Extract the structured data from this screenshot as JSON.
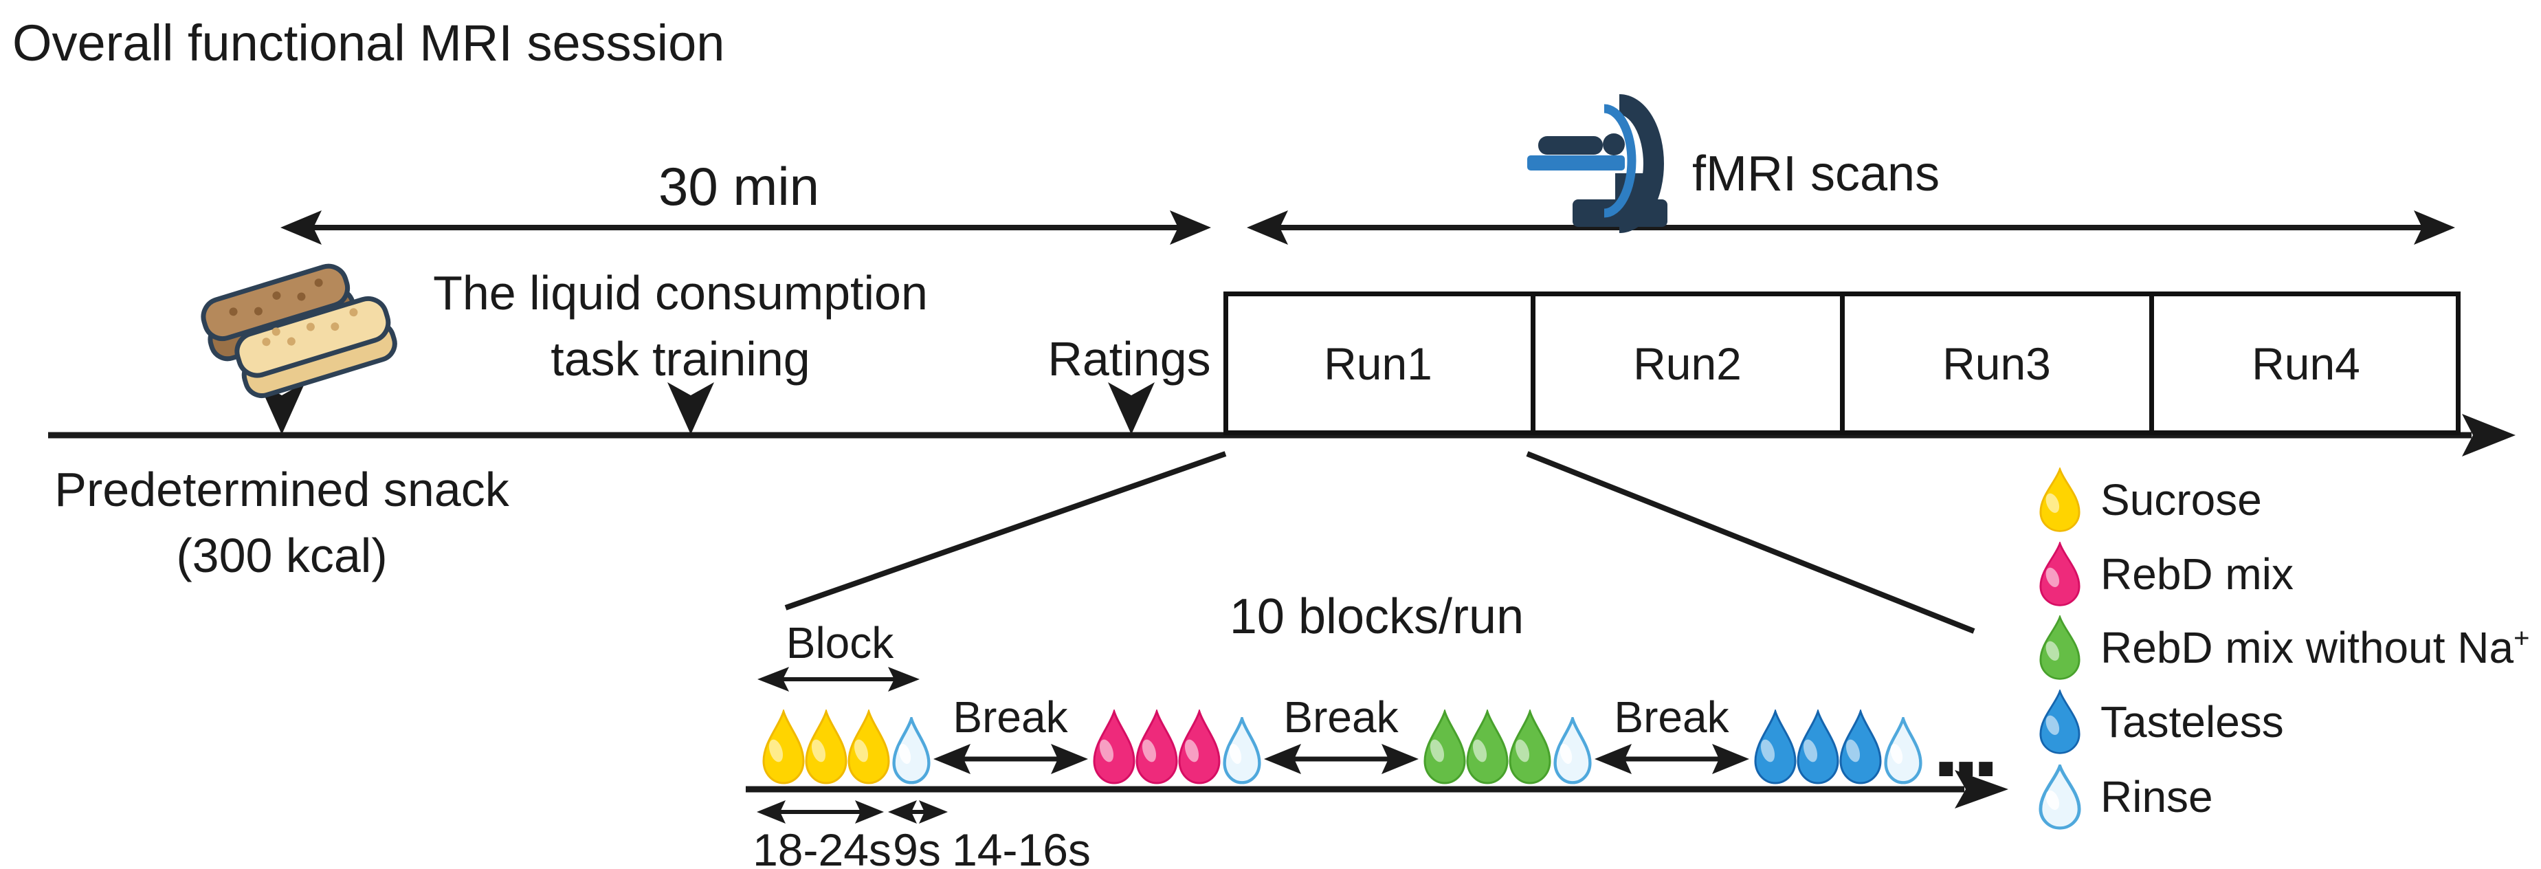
{
  "title": "Overall functional MRI sesssion",
  "top_timeline": {
    "duration_label": "30 min",
    "fmri_label": "fMRI scans",
    "training_label_line1": "The liquid consumption",
    "training_label_line2": "task training",
    "ratings_label": "Ratings",
    "snack_label_line1": "Predetermined snack",
    "snack_label_line2": "(300 kcal)"
  },
  "runs": [
    {
      "label": "Run1"
    },
    {
      "label": "Run2"
    },
    {
      "label": "Run3"
    },
    {
      "label": "Run4"
    }
  ],
  "sequence": {
    "blocks_per_run_label": "10 blocks/run",
    "block_label": "Block",
    "break_label": "Break",
    "more_indicator": "...",
    "timing_labels": [
      "18-24s",
      "9s",
      "14-16s"
    ],
    "groups": [
      {
        "taste": "sucrose",
        "drops": 3,
        "rinse": true
      },
      {
        "taste": "rebd_mix",
        "drops": 3,
        "rinse": true
      },
      {
        "taste": "rebd_mix_no_na",
        "drops": 3,
        "rinse": true
      },
      {
        "taste": "tasteless",
        "drops": 3,
        "rinse": true
      }
    ]
  },
  "legend": {
    "items": [
      {
        "key": "sucrose",
        "label": "Sucrose",
        "sup": ""
      },
      {
        "key": "rebd_mix",
        "label": "RebD mix",
        "sup": ""
      },
      {
        "key": "rebd_mix_no_na",
        "label": "RebD mix without Na",
        "sup": "+"
      },
      {
        "key": "tasteless",
        "label": "Tasteless",
        "sup": ""
      },
      {
        "key": "rinse",
        "label": "Rinse",
        "sup": ""
      }
    ]
  },
  "drop_colors": {
    "sucrose": {
      "base": "#FFD400",
      "edge": "#F0B900"
    },
    "rebd_mix": {
      "base": "#EE2A7B",
      "edge": "#D60E63"
    },
    "rebd_mix_no_na": {
      "base": "#65BE46",
      "edge": "#48A12C"
    },
    "tasteless": {
      "base": "#2F96DC",
      "edge": "#1565AE"
    },
    "rinse": {
      "base": "#EAF6FD",
      "edge": "#4FA8DC"
    }
  },
  "icon_colors": {
    "ink": "#1a1a1a",
    "mri_dark": "#243A50",
    "mri_blue": "#2E7EC3",
    "snack_outline": "#2E4155",
    "snack_brown_top": "#B5895B",
    "snack_brown_front": "#9A7147",
    "snack_brown_dots": "#8A5F35",
    "snack_tan_top": "#F4DCA6",
    "snack_tan_front": "#EACB8E",
    "snack_tan_dots": "#D2A96B"
  }
}
